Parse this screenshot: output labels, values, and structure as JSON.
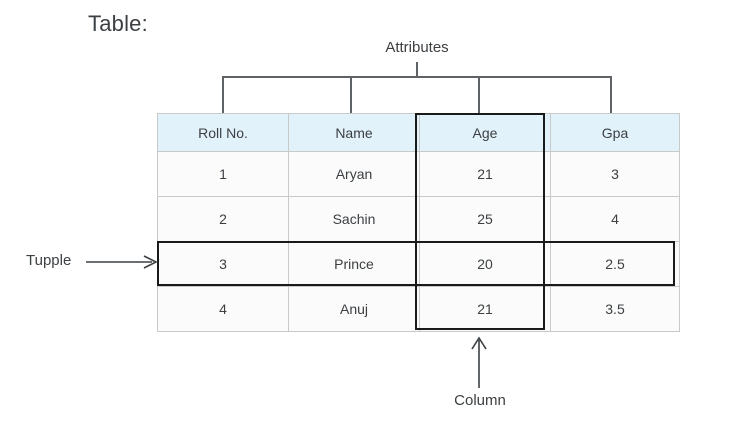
{
  "title": "Table:",
  "annotations": {
    "attributes_label": "Attributes",
    "tupple_label": "Tupple",
    "column_label": "Column"
  },
  "colors": {
    "header_background": "#e2f2fb",
    "cell_background": "#fbfbfb",
    "grid_line": "#c9c9c9",
    "highlight_outline": "#1a1a1a",
    "text": "#3c4043",
    "annotation_line": "#5f6368"
  },
  "table": {
    "columns": [
      {
        "header": "Roll No."
      },
      {
        "header": "Name"
      },
      {
        "header": "Age"
      },
      {
        "header": "Gpa"
      }
    ],
    "rows": [
      {
        "roll_no": "1",
        "name": "Aryan",
        "age": "21",
        "gpa": "3"
      },
      {
        "roll_no": "2",
        "name": "Sachin",
        "age": "25",
        "gpa": "4"
      },
      {
        "roll_no": "3",
        "name": "Prince",
        "age": "20",
        "gpa": "2.5"
      },
      {
        "roll_no": "4",
        "name": "Anuj",
        "age": "21",
        "gpa": "3.5"
      }
    ],
    "highlighted_column_header": "Age",
    "highlighted_row_roll_no": "3"
  }
}
